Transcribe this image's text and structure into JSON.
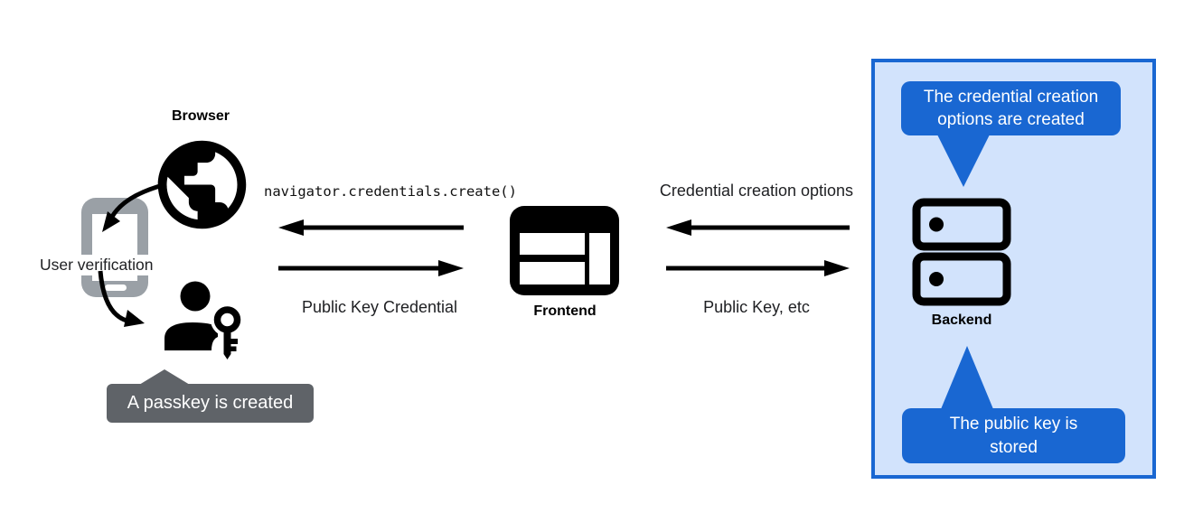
{
  "colors": {
    "accent_blue": "#1967d2",
    "panel_fill": "#d2e3fc",
    "tooltip_gray": "#5f6368",
    "phone_gray": "#9aa0a6",
    "ink": "#111111"
  },
  "icons": {
    "browser": "globe-icon",
    "authenticator": "smartphone-icon",
    "user": "person-with-key-icon",
    "frontend": "browser-window-icon",
    "backend": "server-stack-icon"
  },
  "left": {
    "browser_label": "Browser",
    "user_verification_label": "User verification",
    "passkey_tooltip": "A passkey is created"
  },
  "center": {
    "code_label": "navigator.credentials.create()",
    "public_key_credential_label": "Public Key Credential",
    "frontend_label": "Frontend"
  },
  "right": {
    "credential_creation_options_label": "Credential creation options",
    "public_key_etc_label": "Public Key, etc",
    "backend_label": "Backend",
    "callout_top": {
      "line1": "The credential creation",
      "line2": "options are created"
    },
    "callout_bottom": {
      "line1": "The public key is",
      "line2": "stored"
    }
  }
}
